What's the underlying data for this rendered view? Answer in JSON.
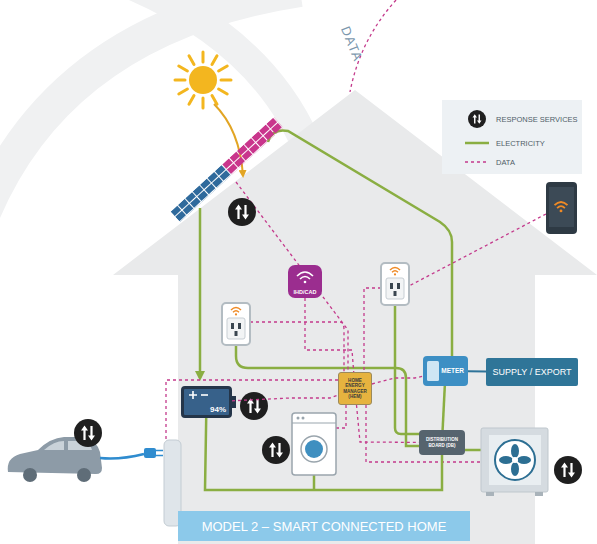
{
  "diagram": {
    "caption": "MODEL 2 – SMART CONNECTED HOME",
    "nodes": [
      {
        "text": [
          "IHD/CAD"
        ]
      },
      {
        "text": [
          "HOME ENERGY MANAGER (HEM)"
        ]
      },
      {
        "text": [
          "METER"
        ]
      },
      {
        "text": [
          "SUPPLY / EXPORT"
        ]
      },
      {
        "text": [
          "94%"
        ]
      },
      {
        "text": [
          "DISTRIBUTION BOARD (DB)"
        ]
      }
    ],
    "edges": [
      {
        "from": 0,
        "to": 1,
        "arrow": "none"
      },
      {
        "from": 4,
        "to": 1,
        "arrow": "none"
      },
      {
        "from": 1,
        "to": 2,
        "arrow": "none"
      },
      {
        "from": 2,
        "to": 3,
        "arrow": "none"
      },
      {
        "from": 1,
        "to": 5,
        "arrow": "none"
      },
      {
        "from": 2,
        "to": 5,
        "arrow": "none"
      },
      {
        "from": 4,
        "to": 5,
        "arrow": "none"
      }
    ],
    "labels": [
      "DATA"
    ],
    "legend": [
      {
        "text": "RESPONSE SERVICES"
      },
      {
        "text": "ELECTRICITY"
      },
      {
        "text": "DATA"
      }
    ]
  }
}
